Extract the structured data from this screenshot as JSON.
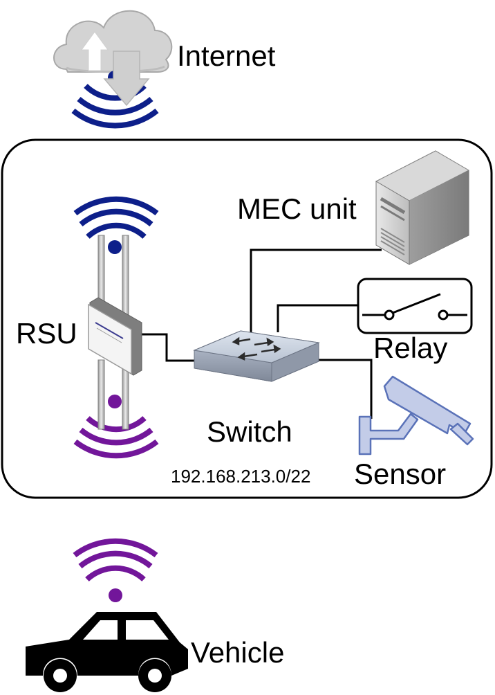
{
  "labels": {
    "internet": "Internet",
    "mec_unit": "MEC unit",
    "rsu": "RSU",
    "relay": "Relay",
    "switch": "Switch",
    "subnet": "192.168.213.0/22",
    "sensor": "Sensor",
    "vehicle": "Vehicle"
  },
  "colors": {
    "navy_wifi": "#0d1f8a",
    "purple_wifi": "#72169a",
    "cloud": "#d3d3d3",
    "cloud_stroke": "#9a9a9a",
    "camera_fill": "#c3cce8",
    "camera_stroke": "#5a72b8",
    "line": "#000000"
  }
}
